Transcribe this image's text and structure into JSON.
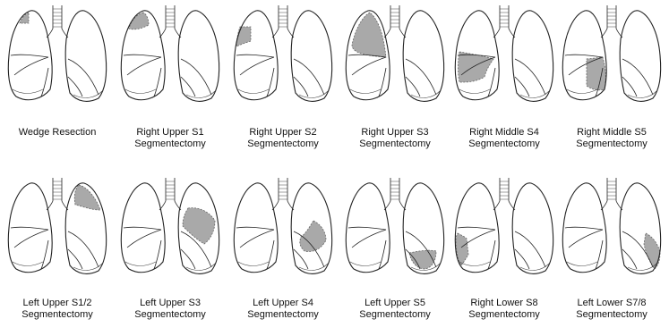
{
  "panels": [
    {
      "line1": "Wedge Resection",
      "line2": "",
      "shaded": "wedge"
    },
    {
      "line1": "Right Upper S1",
      "line2": "Segmentectomy",
      "shaded": "RS1"
    },
    {
      "line1": "Right Upper S2",
      "line2": "Segmentectomy",
      "shaded": "RS2"
    },
    {
      "line1": "Right Upper S3",
      "line2": "Segmentectomy",
      "shaded": "RS3"
    },
    {
      "line1": "Right Middle S4",
      "line2": "Segmentectomy",
      "shaded": "RS4"
    },
    {
      "line1": "Right Middle S5",
      "line2": "Segmentectomy",
      "shaded": "RS5"
    },
    {
      "line1": "Left Upper S1/2",
      "line2": "Segmentectomy",
      "shaded": "LS12"
    },
    {
      "line1": "Left Upper S3",
      "line2": "Segmentectomy",
      "shaded": "LS3"
    },
    {
      "line1": "Left Upper S4",
      "line2": "Segmentectomy",
      "shaded": "LS4"
    },
    {
      "line1": "Left Upper S5",
      "line2": "Segmentectomy",
      "shaded": "LS5"
    },
    {
      "line1": "Right Lower S8",
      "line2": "Segmentectomy",
      "shaded": "RS8"
    },
    {
      "line1": "Left Lower S7/8",
      "line2": "Segmentectomy",
      "shaded": "LS78"
    }
  ],
  "colors": {
    "outline": "#222222",
    "resection_fill": "#a9a9a9"
  }
}
